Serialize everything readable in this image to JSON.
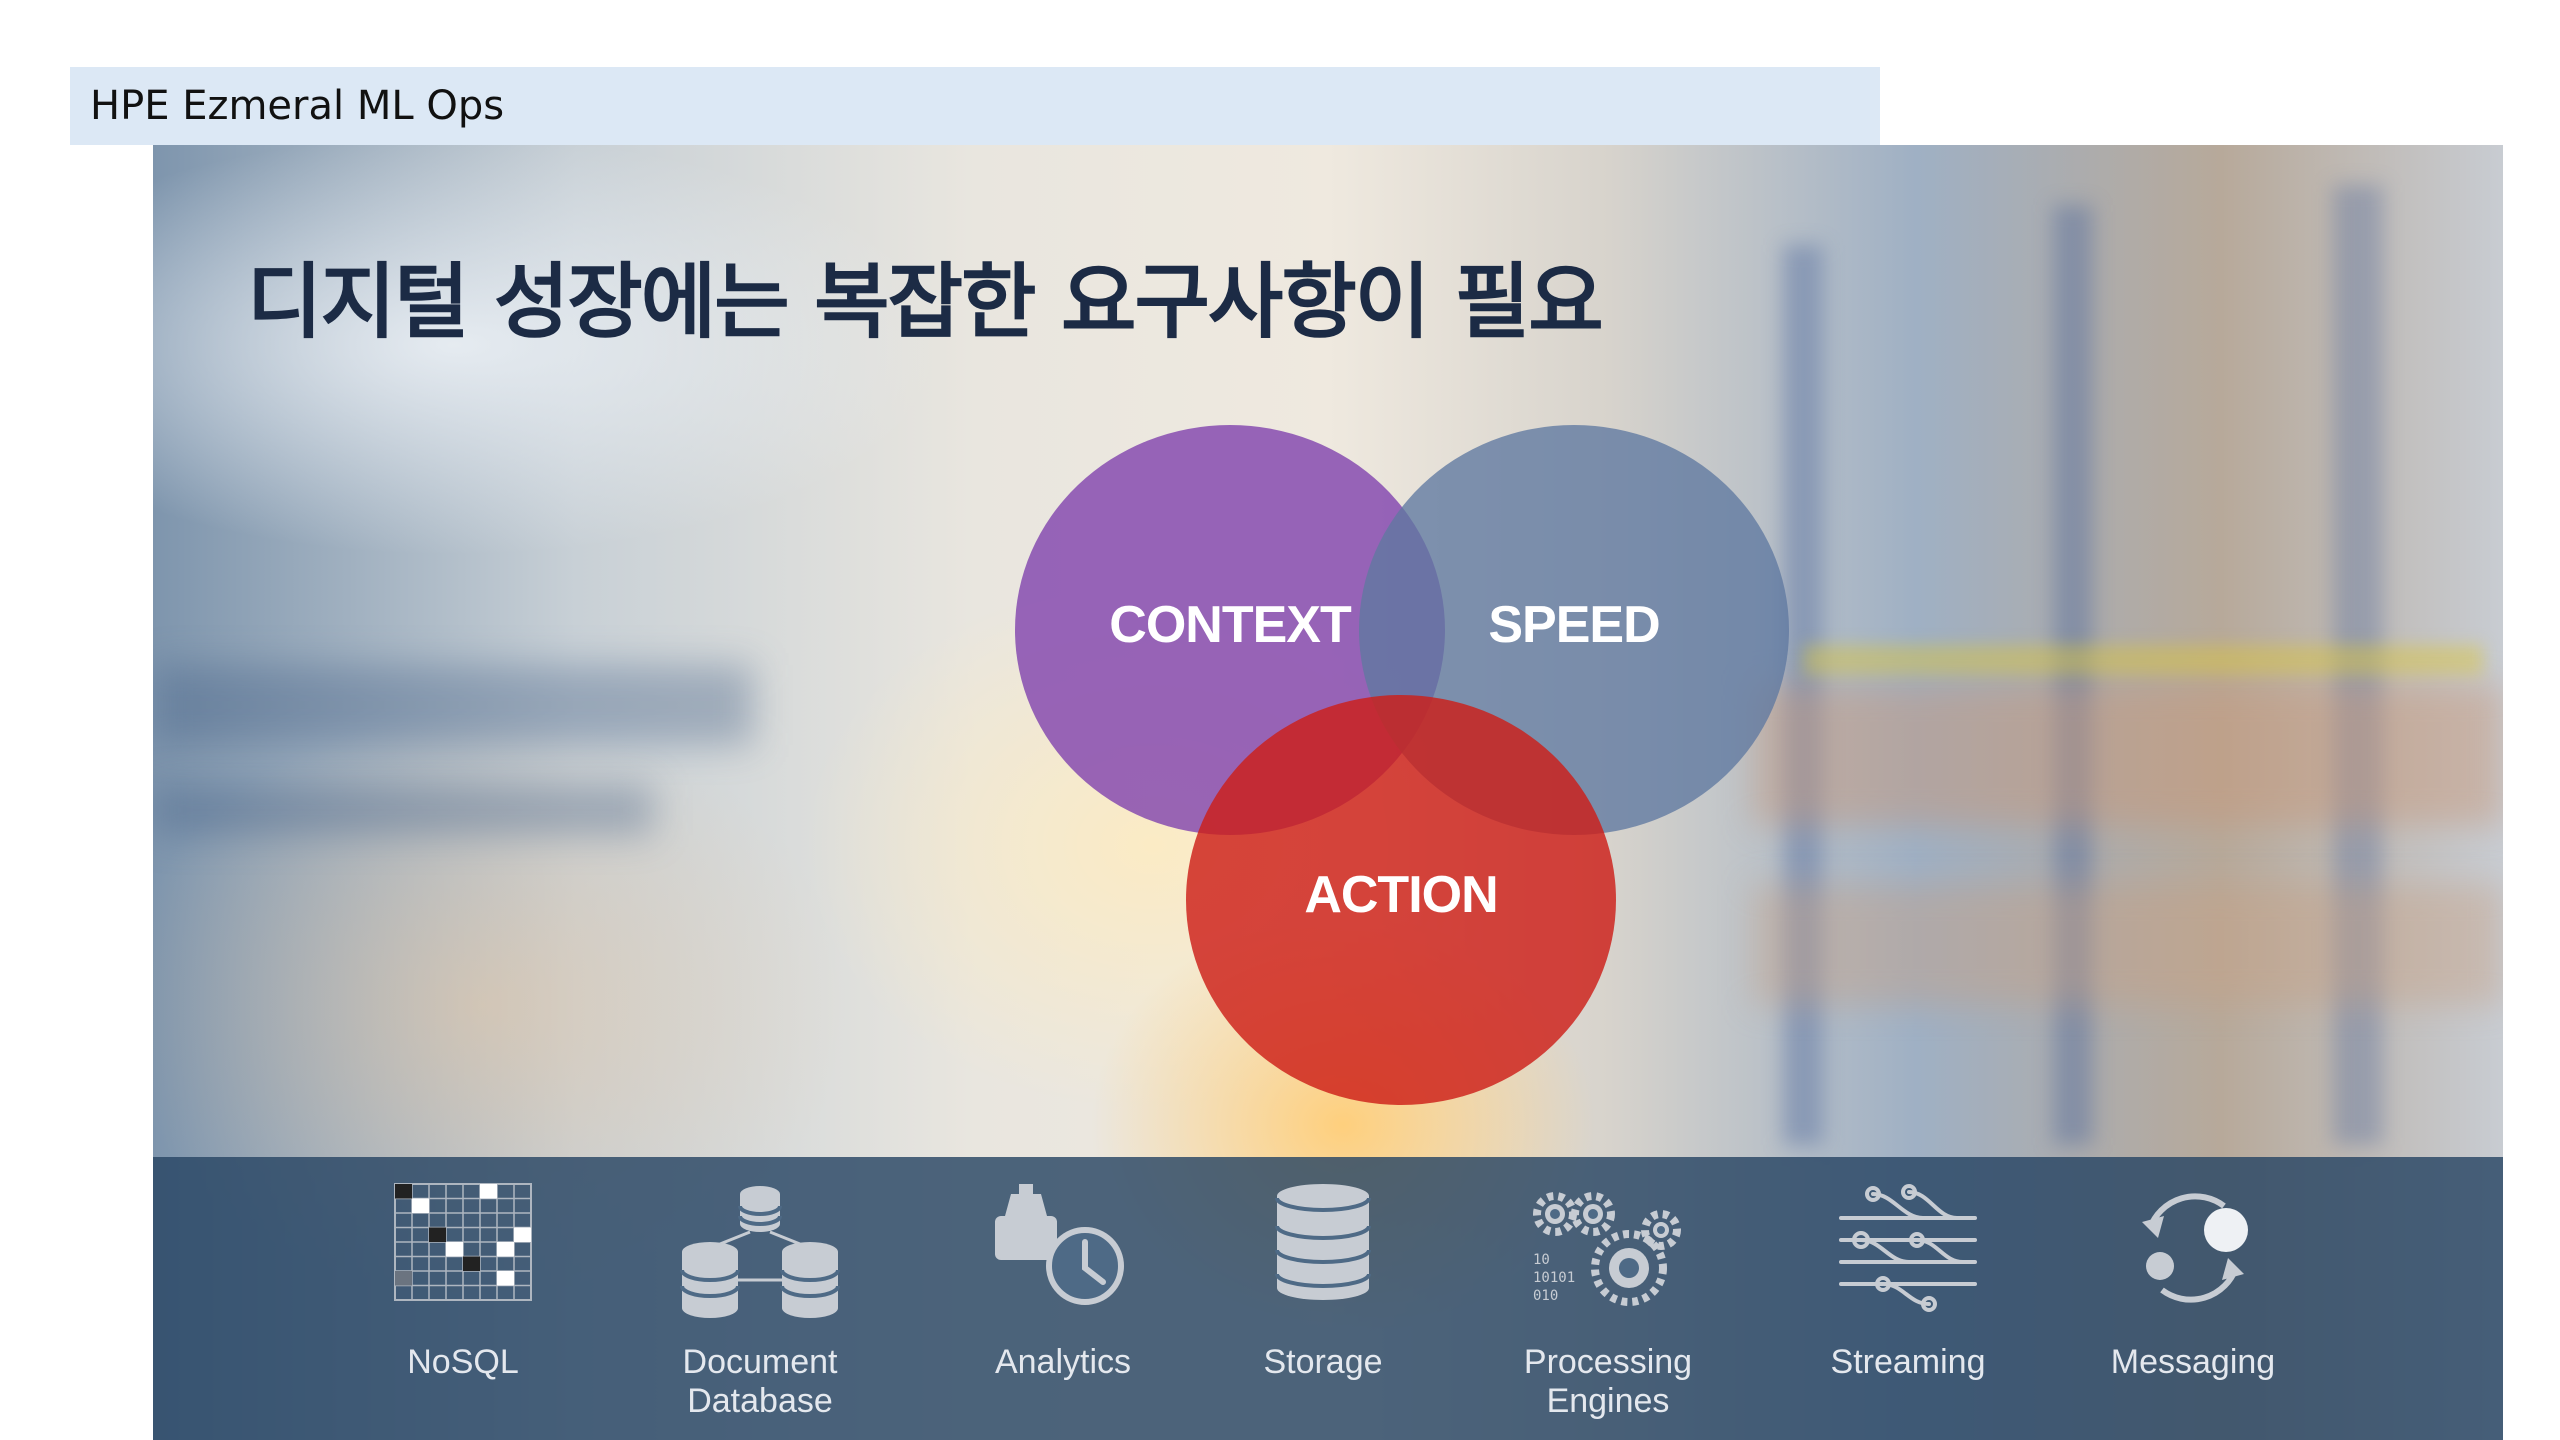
{
  "header": {
    "title": "HPE Ezmeral ML Ops"
  },
  "slide": {
    "title": "디지털 성장에는 복잡한 요구사항이 필요",
    "venn": [
      {
        "label": "CONTEXT",
        "color": "#8246af"
      },
      {
        "label": "SPEED",
        "color": "#5f78a0"
      },
      {
        "label": "ACTION",
        "color": "#cd1e19"
      }
    ],
    "technologies": [
      {
        "label": "NoSQL",
        "icon": "nosql-grid-icon"
      },
      {
        "label": "Document\nDatabase",
        "icon": "document-database-icon"
      },
      {
        "label": "Analytics",
        "icon": "analytics-clock-icon"
      },
      {
        "label": "Storage",
        "icon": "storage-cylinder-icon"
      },
      {
        "label": "Processing\nEngines",
        "icon": "gears-icon"
      },
      {
        "label": "Streaming",
        "icon": "streaming-lines-icon"
      },
      {
        "label": "Messaging",
        "icon": "messaging-cycle-icon"
      }
    ]
  }
}
